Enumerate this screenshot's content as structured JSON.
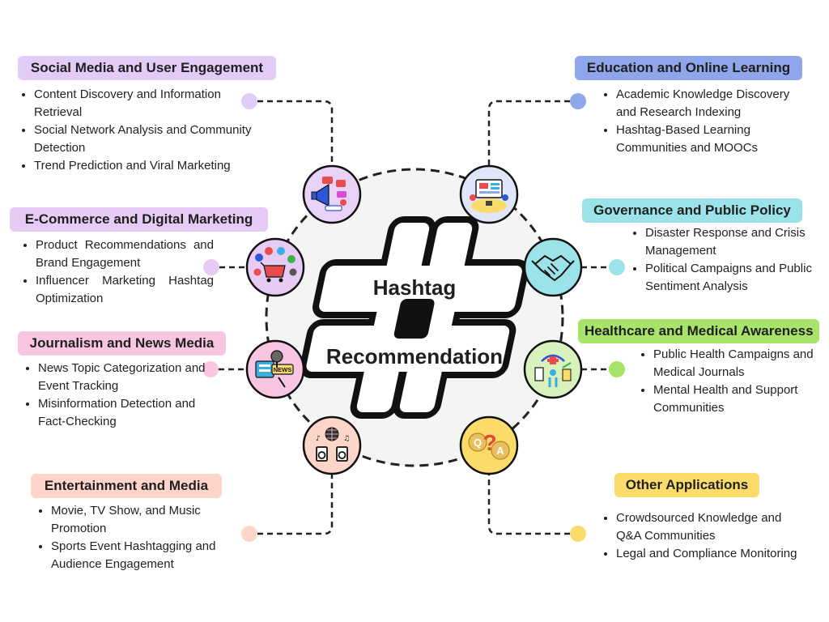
{
  "center": {
    "line1": "Hashtag",
    "line2": "Recommendation"
  },
  "colors": {
    "social": "#e2cbf6",
    "ecommerce": "#e6ccf4",
    "journalism": "#f8c6e3",
    "entertainment": "#fdd5c9",
    "education": "#8fa6ea",
    "governance": "#9be3e9",
    "healthcare": "#a8e36b",
    "other": "#fbdc6b"
  },
  "categories": {
    "social": {
      "title": "Social Media and User Engagement",
      "items": [
        "Content Discovery and Information Retrieval",
        "Social Network Analysis and Community Detection",
        "Trend Prediction and Viral Marketing"
      ]
    },
    "ecommerce": {
      "title": "E-Commerce and Digital Marketing",
      "items": [
        "Product Recommendations and Brand Engagement",
        "Influencer Marketing Hashtag Optimization"
      ]
    },
    "journalism": {
      "title": "Journalism and News Media",
      "items": [
        "News Topic Categorization and Event Tracking",
        "Misinformation Detection and Fact-Checking"
      ]
    },
    "entertainment": {
      "title": "Entertainment and Media",
      "items": [
        "Movie, TV Show, and Music Promotion",
        "Sports Event Hashtagging and Audience Engagement"
      ]
    },
    "education": {
      "title": "Education and Online Learning",
      "items": [
        "Academic Knowledge Discovery and Research Indexing",
        "Hashtag-Based Learning Communities and MOOCs"
      ]
    },
    "governance": {
      "title": "Governance and Public Policy",
      "items": [
        "Disaster Response and Crisis Management",
        "Political Campaigns and Public Sentiment Analysis"
      ]
    },
    "healthcare": {
      "title": "Healthcare and Medical Awareness",
      "items": [
        "Public Health Campaigns and Medical Journals",
        "Mental Health and Support Communities"
      ]
    },
    "other": {
      "title": "Other Applications",
      "items": [
        "Crowdsourced Knowledge and Q&A Communities",
        "Legal and Compliance Monitoring"
      ]
    }
  },
  "icons": {
    "social": "megaphone-social-icon",
    "ecommerce": "shopping-cart-icon",
    "journalism": "news-microphone-icon",
    "entertainment": "music-speakers-icon",
    "education": "online-learning-icon",
    "governance": "handshake-icon",
    "healthcare": "healthcare-hands-icon",
    "other": "qa-bubbles-icon",
    "news_badge": "NEWS"
  }
}
